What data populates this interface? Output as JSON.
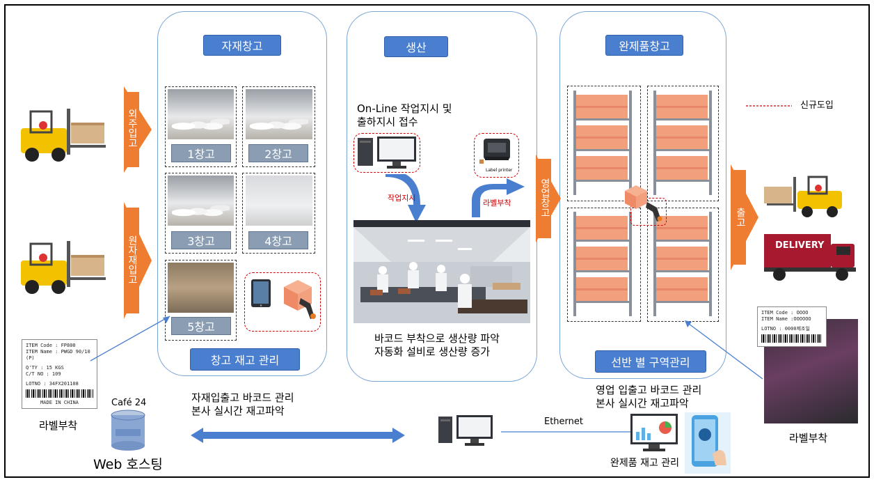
{
  "panels": {
    "material_wh": {
      "title": "자재창고",
      "bottom_button": "창고 재고 관리"
    },
    "production": {
      "title": "생산"
    },
    "finished_wh": {
      "title": "완제품창고",
      "bottom_button": "선반 별 구역관리"
    }
  },
  "warehouses": [
    "1창고",
    "2창고",
    "3창고",
    "4창고",
    "5창고"
  ],
  "arrows": {
    "outsourced_in": "외주입고",
    "raw_material_in": "원자재입고",
    "sales_wh": "영업창고",
    "shipping": "출고"
  },
  "production": {
    "order_text_1": "On-Line 작업지시 및",
    "order_text_2": "출하지시 접수",
    "work_order": "작업지시",
    "label_attach": "라벨부착",
    "label_printer": "Label printer",
    "caption_1": "바코드 부착으로 생산량 파악",
    "caption_2": "자동화 설비로 생산량 증가"
  },
  "legend": {
    "new_intro": "신규도입"
  },
  "delivery_text": "DELIVERY",
  "left_label_card": {
    "lines": [
      "ITEM Code  : FP800",
      "ITEM Name : PWGD 90/10 (P)",
      "",
      "Q'TY   : 15 KGS",
      "C/T NO : 109",
      "",
      "LOTNO : 34FX201108"
    ],
    "footer": "MADE IN CHINA",
    "caption": "라벨부착"
  },
  "right_label_card": {
    "lines": [
      "ITEM Code  : OOOO",
      "ITEM Name :OOOOOO",
      "",
      "LOTNO : 0000제조일"
    ],
    "caption": "라벨부착"
  },
  "bottom": {
    "cafe24": "Café 24",
    "web_hosting": "Web 호스팅",
    "material_text_1": "자재입출고 바코드 관리",
    "material_text_2": "본사 실시간 재고파악",
    "sales_text_1": "영업 입출고 바코드 관리",
    "sales_text_2": "본사 실시간 재고파악",
    "ethernet": "Ethernet",
    "finished_mgmt": "완제품 재고 관리"
  },
  "colors": {
    "accent_blue": "#4a7fd0",
    "orange": "#ee7d31",
    "panel_border": "#7aa6d6",
    "new_dashed": "#cc0000"
  }
}
